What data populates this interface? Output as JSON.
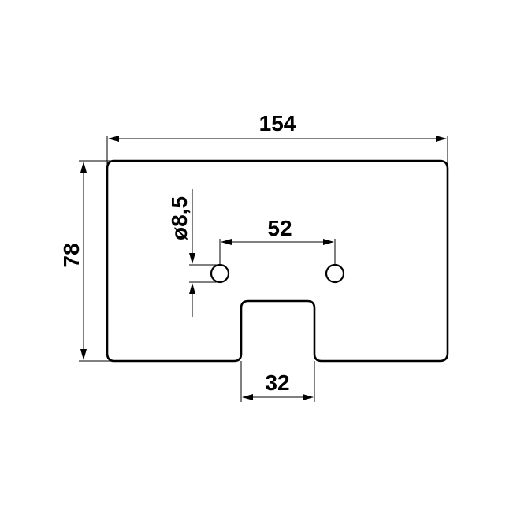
{
  "dimensions": {
    "width": "154",
    "height": "78",
    "hole_spacing": "52",
    "hole_diameter": "ø8,5",
    "slot_width": "32"
  }
}
